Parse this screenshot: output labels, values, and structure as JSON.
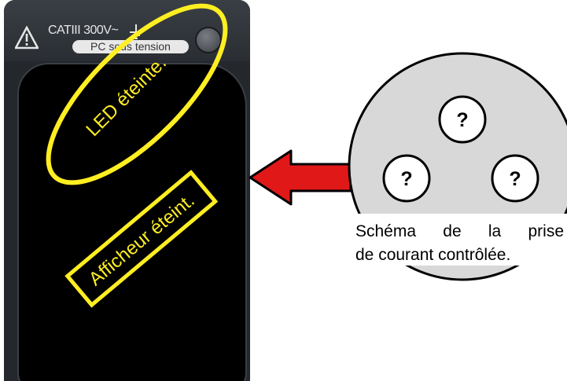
{
  "device": {
    "rating_label": "CATIII 300V~",
    "status_pill": "PC sous tension",
    "icons": [
      "warning-triangle-icon",
      "ground-symbol-icon"
    ],
    "led_state": "off"
  },
  "annotations": {
    "led_note": "LED éteinte.",
    "display_note": "Afficheur éteint."
  },
  "outlet": {
    "pin_labels": [
      "?",
      "?",
      "?"
    ],
    "caption_line1": "Schéma de la prise",
    "caption_line2": "de courant contrôlée."
  },
  "colors": {
    "highlight": "#ffee22",
    "arrow": "#e01818",
    "outlet_face": "#d8d8d8"
  }
}
